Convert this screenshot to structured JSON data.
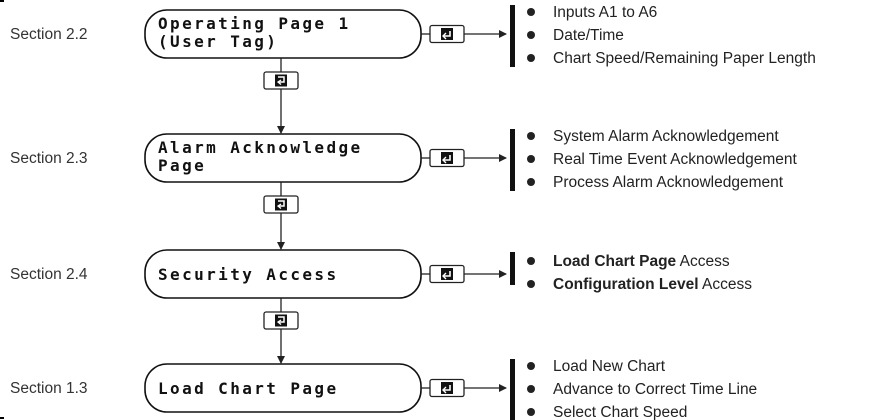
{
  "rows": [
    {
      "section": "Section  2.2",
      "page_lines": [
        "Operating Page 1",
        "(User Tag)"
      ],
      "bullets": [
        [
          {
            "t": "Inputs A1 to A6",
            "b": false
          }
        ],
        [
          {
            "t": "Date/Time",
            "b": false
          }
        ],
        [
          {
            "t": "Chart Speed/Remaining Paper Length",
            "b": false
          }
        ]
      ]
    },
    {
      "section": "Section 2.3",
      "page_lines": [
        "Alarm Acknowledge",
        "Page"
      ],
      "bullets": [
        [
          {
            "t": "System Alarm Acknowledgement",
            "b": false
          }
        ],
        [
          {
            "t": "Real Time Event Acknowledgement",
            "b": false
          }
        ],
        [
          {
            "t": "Process Alarm Acknowledgement",
            "b": false
          }
        ]
      ]
    },
    {
      "section": "Section 2.4",
      "page_lines": [
        "Security Access"
      ],
      "bullets": [
        [
          {
            "t": "Load Chart Page",
            "b": true
          },
          {
            "t": " Access",
            "b": false
          }
        ],
        [
          {
            "t": "Configuration Level",
            "b": true
          },
          {
            "t": " Access",
            "b": false
          }
        ]
      ]
    },
    {
      "section": "Section 1.3",
      "page_lines": [
        "Load Chart Page"
      ],
      "bullets": [
        [
          {
            "t": "Load New Chart",
            "b": false
          }
        ],
        [
          {
            "t": "Advance to Correct Time Line",
            "b": false
          }
        ],
        [
          {
            "t": "Select Chart Speed",
            "b": false
          }
        ]
      ]
    }
  ],
  "icons": {
    "enter_key": "enter-key-icon",
    "next_page_key": "next-page-key-icon"
  }
}
